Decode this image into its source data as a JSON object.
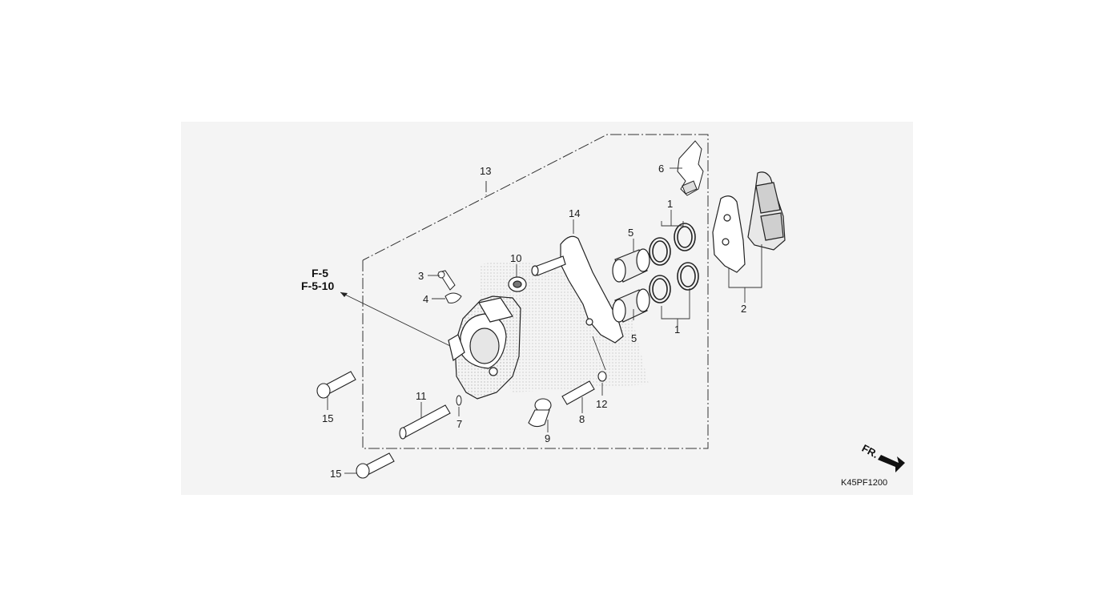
{
  "diagram": {
    "callouts": {
      "c1a": "1",
      "c1b": "1",
      "c2": "2",
      "c3": "3",
      "c4": "4",
      "c5a": "5",
      "c5b": "5",
      "c6": "6",
      "c7": "7",
      "c8": "8",
      "c9": "9",
      "c10": "10",
      "c11": "11",
      "c12": "12",
      "c13": "13",
      "c14": "14",
      "c15a": "15",
      "c15b": "15"
    },
    "references": [
      "F-5",
      "F-5-10"
    ],
    "direction_label": "FR.",
    "figure_code": "K45PF1200"
  }
}
